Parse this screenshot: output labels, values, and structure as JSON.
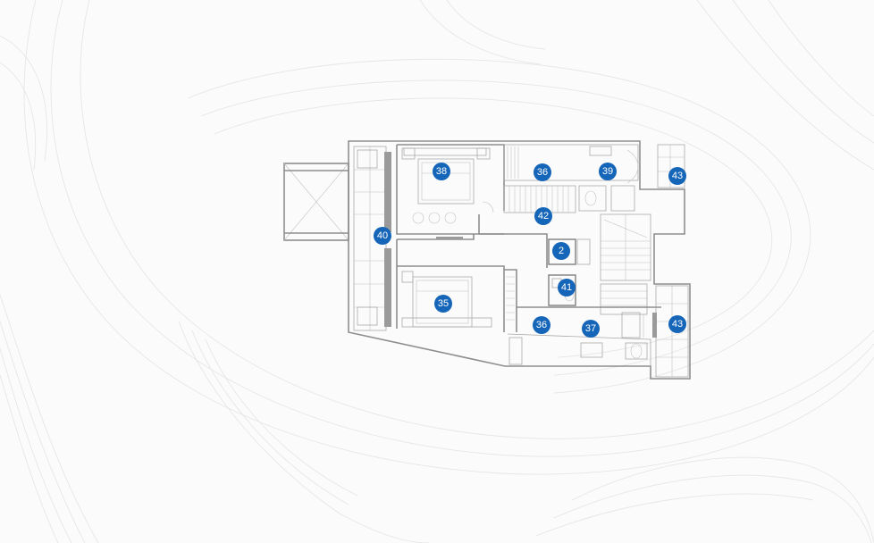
{
  "plan": {
    "markers": [
      {
        "id": "m38",
        "label": "38"
      },
      {
        "id": "m36a",
        "label": "36"
      },
      {
        "id": "m39",
        "label": "39"
      },
      {
        "id": "m43a",
        "label": "43"
      },
      {
        "id": "m42",
        "label": "42"
      },
      {
        "id": "m40",
        "label": "40"
      },
      {
        "id": "m2",
        "label": "2"
      },
      {
        "id": "m41",
        "label": "41"
      },
      {
        "id": "m35",
        "label": "35"
      },
      {
        "id": "m36b",
        "label": "36"
      },
      {
        "id": "m37",
        "label": "37"
      },
      {
        "id": "m43b",
        "label": "43"
      }
    ],
    "colors": {
      "marker": "#1565b8",
      "marker_text": "#ffffff",
      "walls": "#8e8e8e",
      "background": "#fbfbfb"
    }
  }
}
